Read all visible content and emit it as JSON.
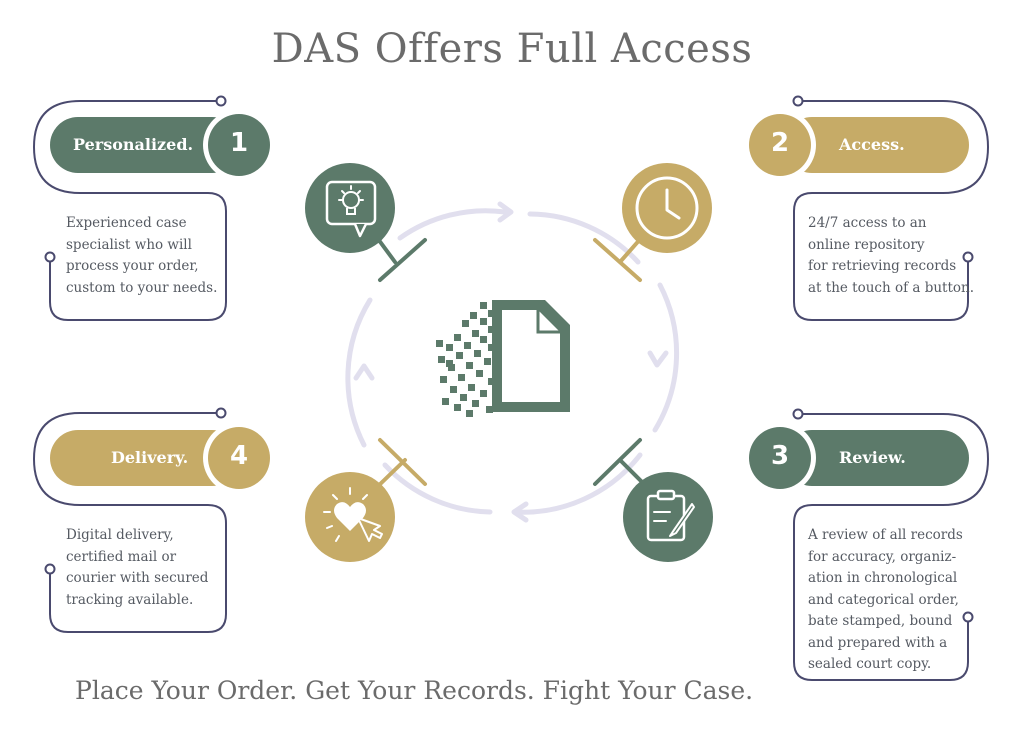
{
  "title": "DAS Offers Full Access",
  "footer": "Place Your Order. Get Your Records. Fight Your Case.",
  "colors": {
    "green": "#5c7a6a",
    "gold": "#c6ab67",
    "ring": "#e1dfee",
    "outline": "#4a4a6e",
    "text": "#555a62"
  },
  "center_icon": "pixel-document-icon",
  "steps": [
    {
      "number": "1",
      "label": "Personalized.",
      "color": "green",
      "icon": "lightbulb-speech-bubble-icon",
      "lines": [
        "Experienced case",
        "specialist who will",
        "process your order,",
        "custom to your needs."
      ]
    },
    {
      "number": "2",
      "label": "Access.",
      "color": "gold",
      "icon": "clock-icon",
      "lines": [
        "24/7 access to an",
        "online repository",
        "for retrieving records",
        "at the touch of a button."
      ]
    },
    {
      "number": "3",
      "label": "Review.",
      "color": "green",
      "icon": "clipboard-pen-icon",
      "lines": [
        "A review of all records",
        "for accuracy, organiz-",
        "ation in chronological",
        "and categorical order,",
        "bate stamped, bound",
        "and prepared with a",
        "sealed court copy."
      ]
    },
    {
      "number": "4",
      "label": "Delivery.",
      "color": "gold",
      "icon": "heart-cursor-icon",
      "lines": [
        "Digital delivery,",
        "certified mail or",
        "courier with secured",
        "tracking available."
      ]
    }
  ]
}
